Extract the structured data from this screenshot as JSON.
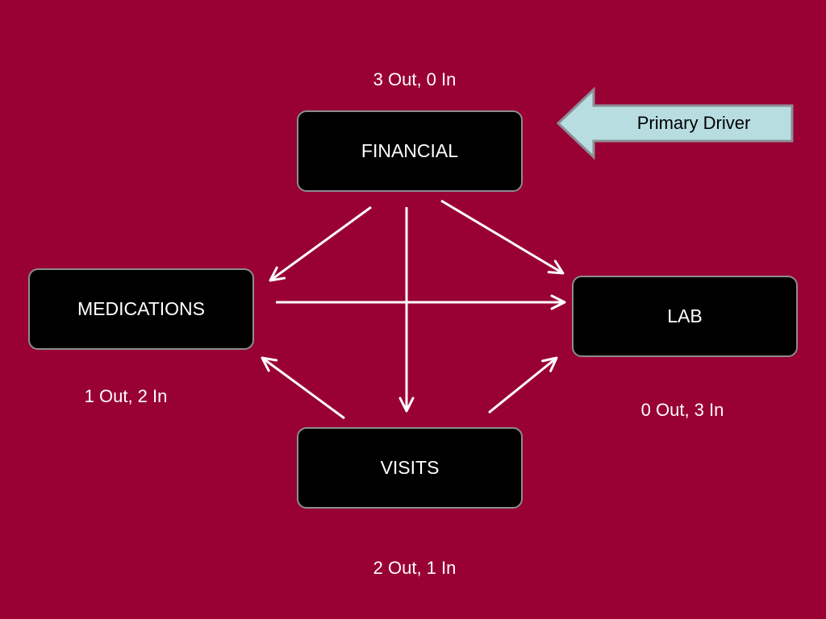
{
  "nodes": {
    "financial": "FINANCIAL",
    "medications": "MEDICATIONS",
    "lab": "LAB",
    "visits": "VISITS"
  },
  "counts": {
    "financial": "3 Out, 0 In",
    "medications": "1 Out, 2 In",
    "lab": "0 Out, 3 In",
    "visits": "2 Out, 1 In"
  },
  "callout": {
    "label": "Primary Driver",
    "fill": "#b7dde1",
    "stroke": "#8c8c94"
  },
  "edges": [
    {
      "from": "FINANCIAL",
      "to": "MEDICATIONS"
    },
    {
      "from": "FINANCIAL",
      "to": "VISITS"
    },
    {
      "from": "FINANCIAL",
      "to": "LAB"
    },
    {
      "from": "MEDICATIONS",
      "to": "LAB"
    },
    {
      "from": "VISITS",
      "to": "MEDICATIONS"
    },
    {
      "from": "VISITS",
      "to": "LAB"
    }
  ],
  "colors": {
    "background": "#990033",
    "node_fill": "#000000",
    "node_border": "#8c8c94",
    "text": "#ffffff",
    "arrow": "#ffffff"
  }
}
